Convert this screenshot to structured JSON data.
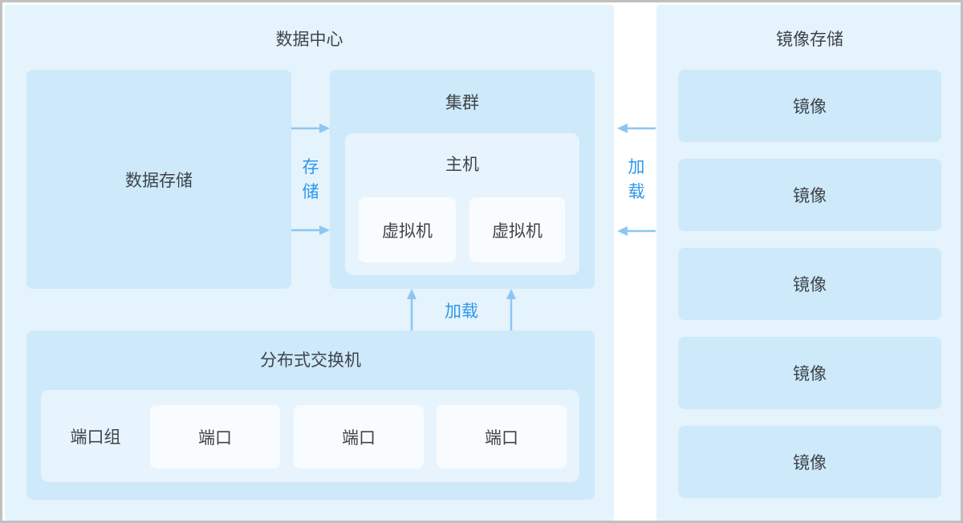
{
  "colors": {
    "panel_background": "#e4f3fc",
    "box_background": "#cde9fa",
    "inner_background": "#e7f4fd",
    "card_background": "#f9fcff",
    "arrow": "#8cc6f3",
    "accent_text": "#2e97ea",
    "text": "#3f4449",
    "frame_border": "#c0c0c0"
  },
  "datacenter": {
    "title": "数据中心",
    "data_storage_label": "数据存储",
    "cluster_title": "集群",
    "host_title": "主机",
    "vm_labels": [
      "虚拟机",
      "虚拟机"
    ],
    "switch_title": "分布式交换机",
    "port_group_label": "端口组",
    "port_labels": [
      "端口",
      "端口",
      "端口"
    ]
  },
  "image_storage": {
    "title": "镜像存储",
    "image_labels": [
      "镜像",
      "镜像",
      "镜像",
      "镜像",
      "镜像"
    ]
  },
  "flows": {
    "storage_label": "存储",
    "load_label_right": "加载",
    "load_label_bottom": "加载"
  }
}
